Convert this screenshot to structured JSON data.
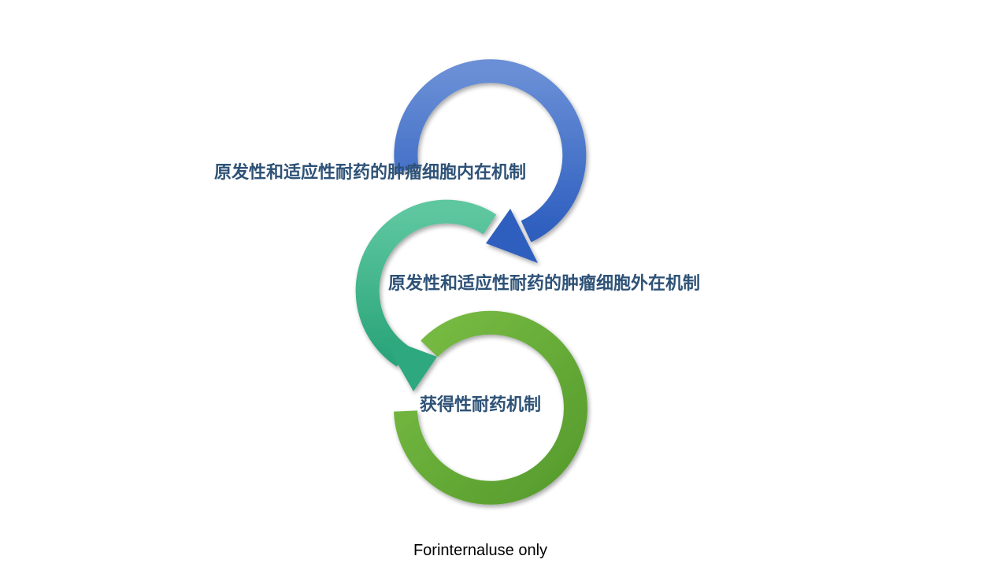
{
  "diagram": {
    "steps": [
      {
        "label": "原发性和适应性耐药的肿瘤细胞内在机制",
        "color_start": "#6a8fd6",
        "color_end": "#2e5fbf"
      },
      {
        "label": "原发性和适应性耐药的肿瘤细胞外在机制",
        "color_start": "#5ec7a0",
        "color_end": "#2aa47a"
      },
      {
        "label": "获得性耐药机制",
        "color_start": "#7abd45",
        "color_end": "#559b2c"
      }
    ],
    "text_color": "#2e5277"
  },
  "footer": {
    "text": "Forinternaluse only"
  }
}
